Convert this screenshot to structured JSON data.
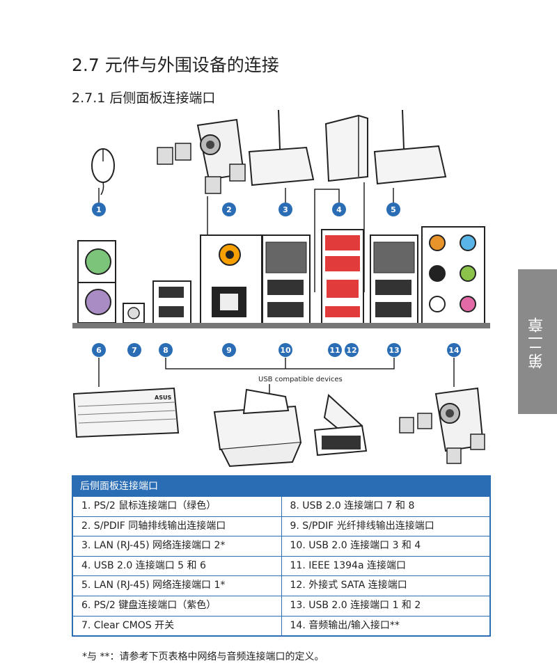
{
  "heading": "2.7 元件与外围设备的连接",
  "subheading": "2.7.1 后侧面板连接端口",
  "side_tab": "第二章",
  "usb_label": "USB compatible devices",
  "markers_top": [
    "1",
    "2",
    "3",
    "4",
    "5"
  ],
  "markers_bottom": [
    "6",
    "7",
    "8",
    "9",
    "10",
    "11",
    "12",
    "13",
    "14"
  ],
  "keyboard_brand": "ASUS",
  "table": {
    "title": "后侧面板连接端口",
    "rows": [
      [
        "1.  PS/2 鼠标连接端口（绿色）",
        "8.  USB 2.0 连接端口 7 和 8"
      ],
      [
        "2.  S/PDIF 同轴排线输出连接端口",
        "9.  S/PDIF 光纤排线输出连接端口"
      ],
      [
        "3.  LAN (RJ-45) 网络连接端口 2*",
        "10. USB 2.0 连接端口 3 和 4"
      ],
      [
        "4.  USB 2.0 连接端口 5 和 6",
        "11. IEEE 1394a 连接端口"
      ],
      [
        "5.  LAN (RJ-45) 网络连接端口 1*",
        "12. 外接式 SATA 连接端口"
      ],
      [
        "6.  PS/2 键盘连接端口（紫色）",
        "13. USB 2.0 连接端口 1 和 2"
      ],
      [
        "7.  Clear CMOS 开关",
        "14. 音频输出/输入接口**"
      ]
    ]
  },
  "footnote": "*与 **：请参考下页表格中网络与音频连接端口的定义。",
  "colors": {
    "accent": "#2a6db5",
    "tab": "#8a8a8a",
    "mouse_port": "#7cc47a",
    "kbd_port": "#a98cc4",
    "esata": "#e23b3b"
  }
}
